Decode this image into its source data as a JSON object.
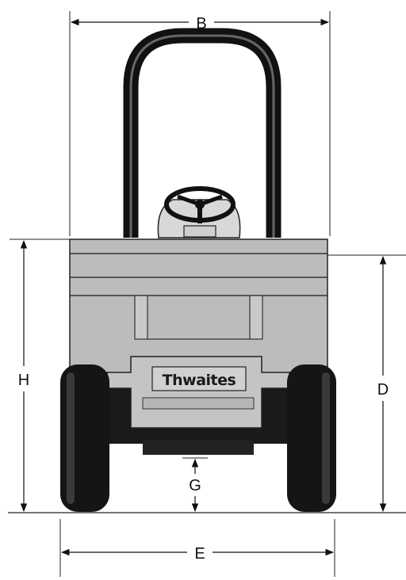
{
  "dimensions": {
    "b": "B",
    "h": "H",
    "d": "D",
    "g": "G",
    "e": "E"
  },
  "brand_badge": "Thwaites",
  "colors": {
    "body": "#bcbcbc",
    "tyre": "#151515",
    "line": "#1a1a1a"
  }
}
